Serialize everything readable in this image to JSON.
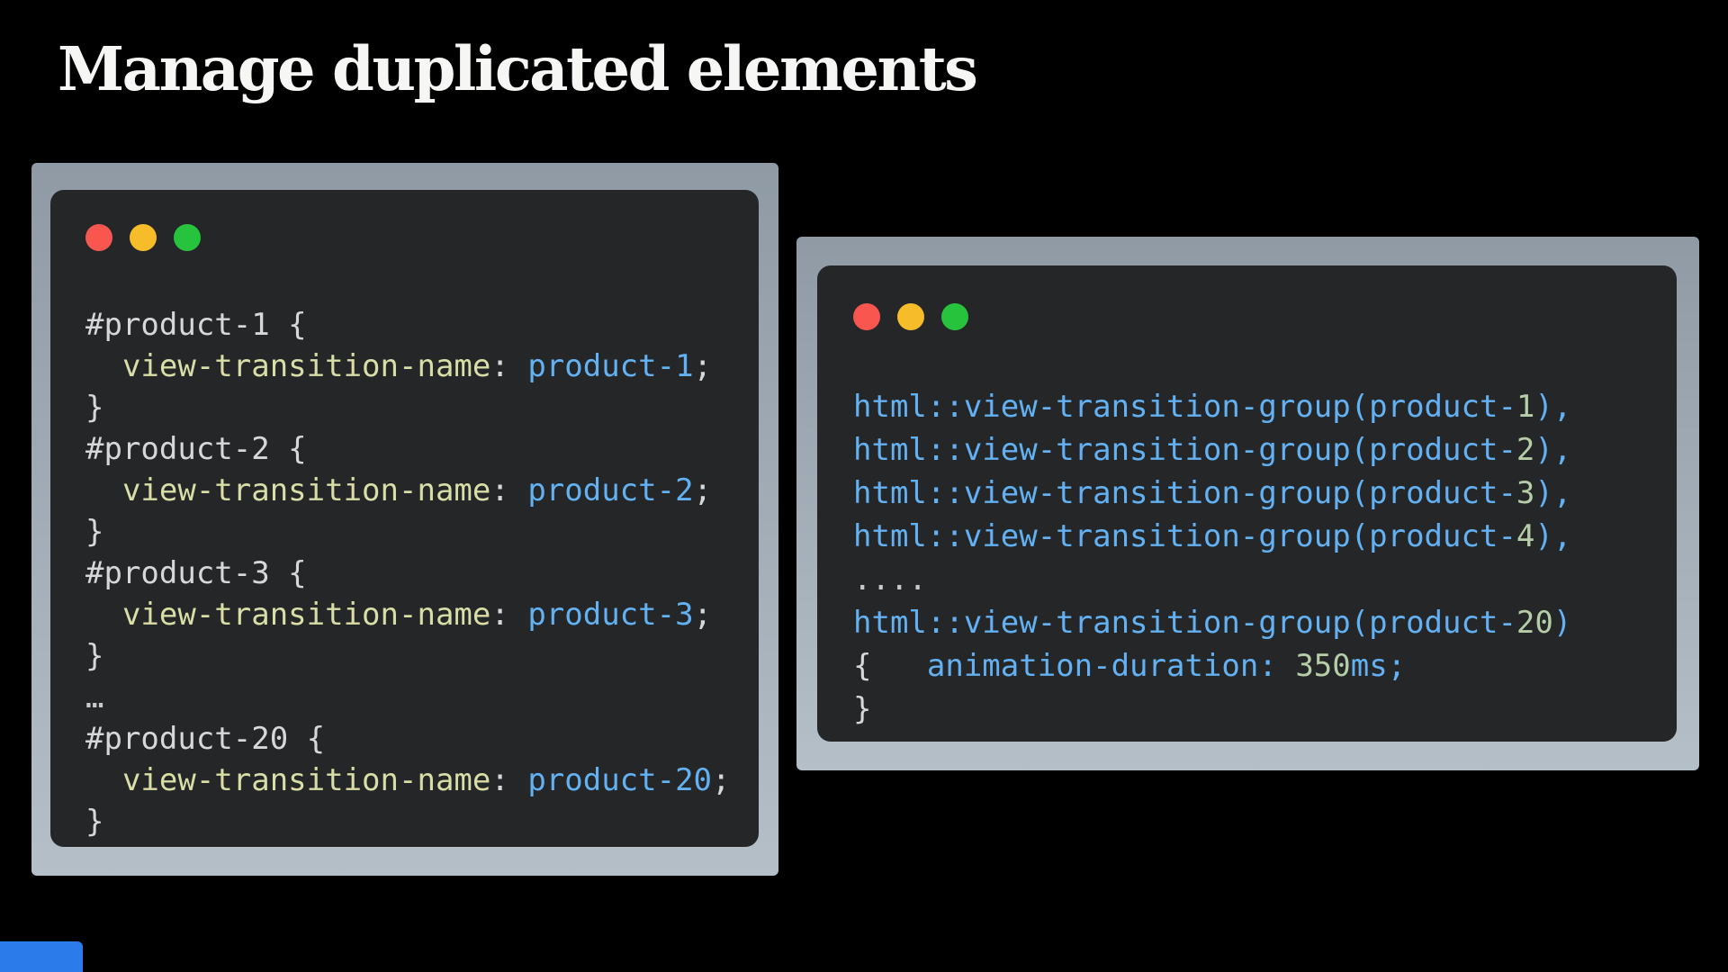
{
  "slide": {
    "title": "Manage duplicated elements",
    "background": "#000000"
  },
  "colors": {
    "title": "#f6f6f4",
    "frame_top": "#8f9aa5",
    "frame_bottom": "#b5bfc7",
    "window_bg": "#242628",
    "code_default": "#d5d7d9",
    "code_property": "#d9dda6",
    "code_value_blue": "#63b1f2",
    "code_number_green": "#b5cea8",
    "code_dim": "#c7cacd",
    "dot_red": "#f9564f",
    "dot_yellow": "#f7bc2a",
    "dot_green": "#27c33d",
    "accent_blue": "#2b7bea"
  },
  "left_window": {
    "traffic_lights": [
      "close",
      "minimize",
      "maximize"
    ],
    "code_lines": [
      [
        {
          "t": "#product-1 {",
          "c": "fg"
        }
      ],
      [
        {
          "t": "  ",
          "c": "fg"
        },
        {
          "t": "view-transition-name",
          "c": "prop"
        },
        {
          "t": ": ",
          "c": "fg"
        },
        {
          "t": "product-1",
          "c": "val"
        },
        {
          "t": ";",
          "c": "fg"
        }
      ],
      [
        {
          "t": "}",
          "c": "fg"
        }
      ],
      [
        {
          "t": "#product-2 {",
          "c": "fg"
        }
      ],
      [
        {
          "t": "  ",
          "c": "fg"
        },
        {
          "t": "view-transition-name",
          "c": "prop"
        },
        {
          "t": ": ",
          "c": "fg"
        },
        {
          "t": "product-2",
          "c": "val"
        },
        {
          "t": ";",
          "c": "fg"
        }
      ],
      [
        {
          "t": "}",
          "c": "fg"
        }
      ],
      [
        {
          "t": "#product-3 {",
          "c": "fg"
        }
      ],
      [
        {
          "t": "  ",
          "c": "fg"
        },
        {
          "t": "view-transition-name",
          "c": "prop"
        },
        {
          "t": ": ",
          "c": "fg"
        },
        {
          "t": "product-3",
          "c": "val"
        },
        {
          "t": ";",
          "c": "fg"
        }
      ],
      [
        {
          "t": "}",
          "c": "fg"
        }
      ],
      [
        {
          "t": "…",
          "c": "dim"
        }
      ],
      [
        {
          "t": "#product-20 {",
          "c": "fg"
        }
      ],
      [
        {
          "t": "  ",
          "c": "fg"
        },
        {
          "t": "view-transition-name",
          "c": "prop"
        },
        {
          "t": ": ",
          "c": "fg"
        },
        {
          "t": "product-20",
          "c": "val"
        },
        {
          "t": ";",
          "c": "fg"
        }
      ],
      [
        {
          "t": "}",
          "c": "fg"
        }
      ]
    ]
  },
  "right_window": {
    "traffic_lights": [
      "close",
      "minimize",
      "maximize"
    ],
    "code_lines": [
      [
        {
          "t": "html::view-transition-group(product-",
          "c": "val"
        },
        {
          "t": "1",
          "c": "num"
        },
        {
          "t": "),",
          "c": "val"
        }
      ],
      [
        {
          "t": "html::view-transition-group(product-",
          "c": "val"
        },
        {
          "t": "2",
          "c": "num"
        },
        {
          "t": "),",
          "c": "val"
        }
      ],
      [
        {
          "t": "html::view-transition-group(product-",
          "c": "val"
        },
        {
          "t": "3",
          "c": "num"
        },
        {
          "t": "),",
          "c": "val"
        }
      ],
      [
        {
          "t": "html::view-transition-group(product-",
          "c": "val"
        },
        {
          "t": "4",
          "c": "num"
        },
        {
          "t": "),",
          "c": "val"
        }
      ],
      [
        {
          "t": "....",
          "c": "dim"
        }
      ],
      [
        {
          "t": "html::view-transition-group(product-",
          "c": "val"
        },
        {
          "t": "20",
          "c": "num"
        },
        {
          "t": ")",
          "c": "val"
        }
      ],
      [
        {
          "t": "{   ",
          "c": "fg"
        },
        {
          "t": "animation-duration",
          "c": "val"
        },
        {
          "t": ": ",
          "c": "val"
        },
        {
          "t": "350",
          "c": "num"
        },
        {
          "t": "ms;",
          "c": "val"
        }
      ],
      [
        {
          "t": "}",
          "c": "fg"
        }
      ]
    ]
  }
}
